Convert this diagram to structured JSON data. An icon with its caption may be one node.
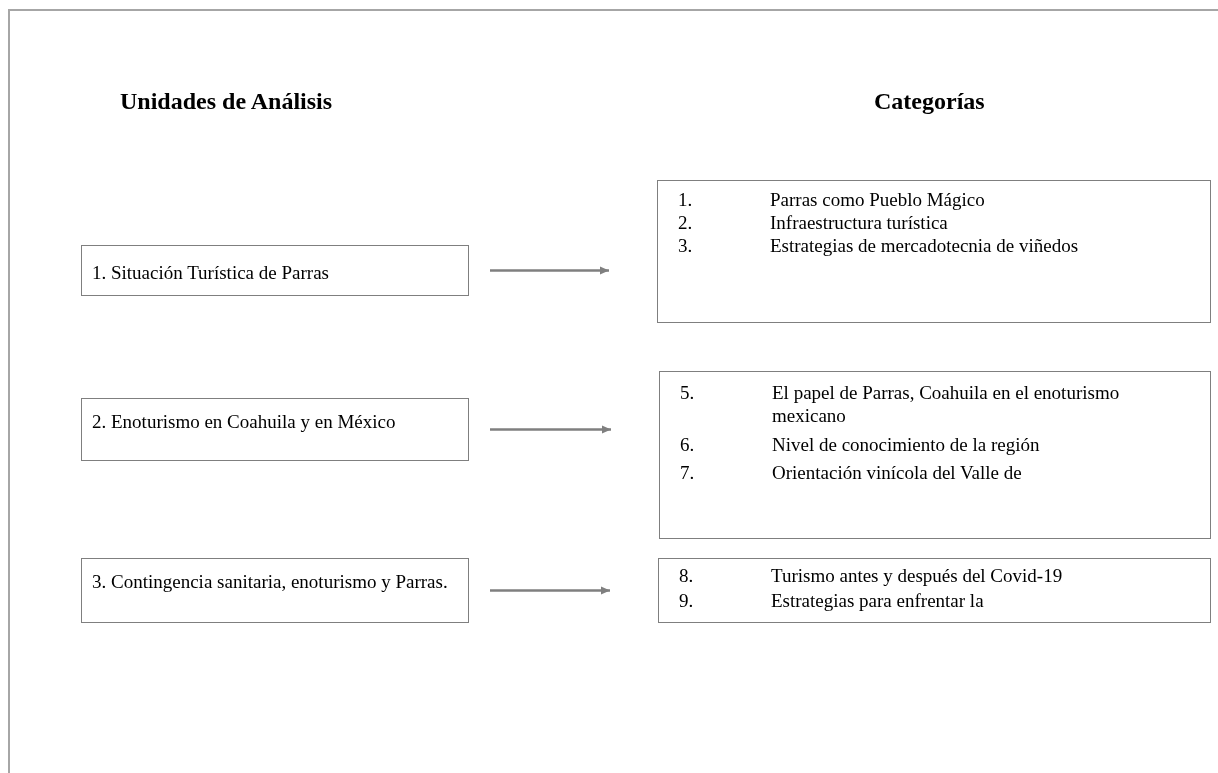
{
  "diagram": {
    "nodes": [
      {
        "text": [
          "1. Situación Turística de Parras"
        ]
      },
      {
        "text": [
          "1.",
          "Parras como Pueblo Mágico",
          "2.",
          "Infraestructura turística",
          "3.",
          "Estrategias de mercadotecnia de viñedos"
        ]
      },
      {
        "text": [
          "2. Enoturismo en Coahuila y en México"
        ]
      },
      {
        "text": [
          "5.",
          "El papel de Parras, Coahuila en el enoturismo mexicano",
          "6.",
          "Nivel de conocimiento de la región",
          "7.",
          "Orientación vinícola del Valle de"
        ]
      },
      {
        "text": [
          "3. Contingencia sanitaria, enoturismo y Parras."
        ]
      },
      {
        "text": [
          "8.",
          "Turismo antes y después del Covid-19",
          "9.",
          "Estrategias para enfrentar la"
        ]
      }
    ],
    "edges": [
      {
        "from": null,
        "to": 1,
        "arrow": "to"
      },
      {
        "from": null,
        "to": 3,
        "arrow": "to"
      },
      {
        "from": null,
        "to": 5,
        "arrow": "to"
      }
    ],
    "labels": [
      "Unidades de Análisis",
      "Categorías"
    ]
  }
}
